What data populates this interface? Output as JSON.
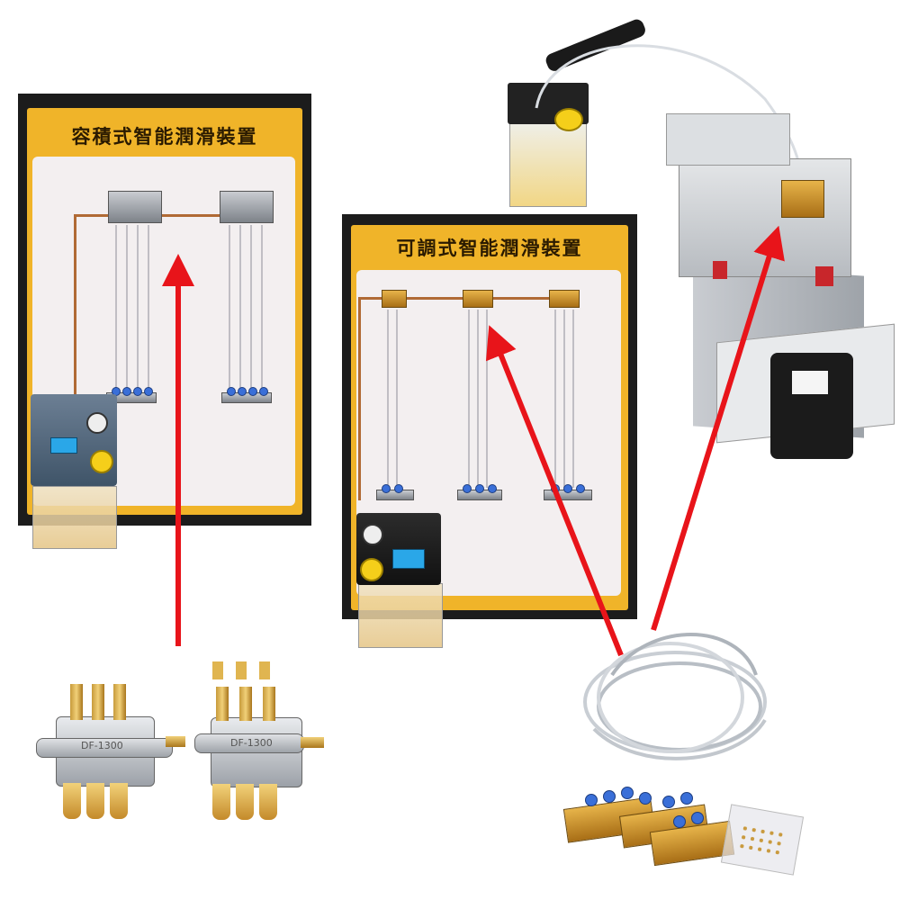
{
  "boards": [
    {
      "title": "容積式智能潤滑裝置"
    },
    {
      "title": "可調式智能潤滑裝置"
    }
  ],
  "distributor_labels": [
    "DF-1300",
    "DF-1300"
  ],
  "colors": {
    "arrow": "#e8141a",
    "board_frame": "#1c1c1c",
    "board_header": "#f0b429",
    "panel": "#f3eff0",
    "brass": "#d19a32",
    "fitting_blue": "#3a6fd8"
  },
  "icons": [
    "arrow-up-icon",
    "arrow-up-left-icon",
    "arrow-up-right-icon"
  ]
}
